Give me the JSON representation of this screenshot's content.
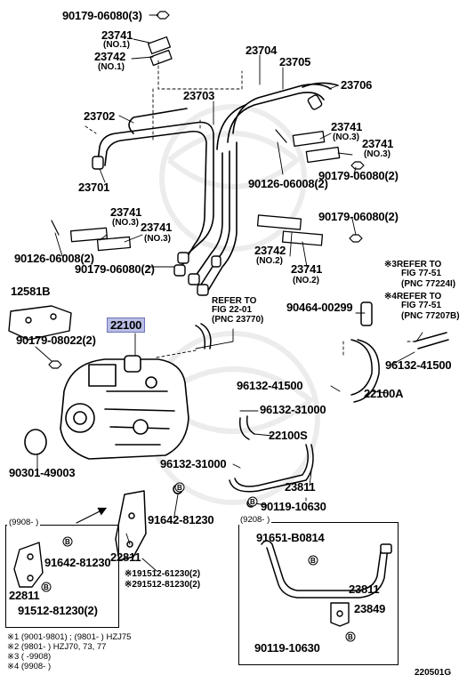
{
  "figure_id": "220501G",
  "callouts": {
    "p90179_06080_3": "90179-06080(3)",
    "p23741_no1": "23741",
    "no1_a": "(NO.1)",
    "p23742_no1": "23742",
    "no1_b": "(NO.1)",
    "p23704": "23704",
    "p23705": "23705",
    "p23706": "23706",
    "p23703": "23703",
    "p23702": "23702",
    "p23701": "23701",
    "p23741_no3_right": "23741",
    "no3_right_a": "(NO.3)",
    "p23741_no3_right_b": "23741",
    "no3_right_b": "(NO.3)",
    "p90126_06008_2_right": "90126-06008(2)",
    "p90179_06080_2_right": "90179-06080(2)",
    "p23741_no3_left": "23741",
    "no3_left_a": "(NO.3)",
    "p23741_no3_left_b": "23741",
    "no3_left_b": "(NO.3)",
    "p90126_06008_2_left": "90126-06008(2)",
    "p90179_06080_2_left": "90179-06080(2)",
    "p90179_06080_2_mid": "90179-06080(2)",
    "p23742_no2": "23742",
    "no2_a": "(NO.2)",
    "p23741_no2": "23741",
    "no2_b": "(NO.2)",
    "p12581b": "12581B",
    "p90179_08022_2": "90179-08022(2)",
    "p22100": "22100",
    "refer_fig2201": "REFER TO",
    "refer_fig2201_b": "FIG 22-01",
    "refer_fig2201_pnc": "(PNC 23770)",
    "p90464_00299": "90464-00299",
    "refer3_line1": "※3REFER TO",
    "refer3_line2": "FIG 77-51",
    "refer3_pnc": "(PNC 77224I)",
    "refer4_line1": "※4REFER TO",
    "refer4_line2": "FIG 77-51",
    "refer4_pnc": "(PNC 77207B)",
    "p96132_41500_right": "96132-41500",
    "p22100a": "22100A",
    "p96132_41500_mid": "96132-41500",
    "p96132_31000_mid": "96132-31000",
    "p22100s": "22100S",
    "p96132_31000_low": "96132-31000",
    "p23811_main": "23811",
    "p90119_10630_main": "90119-10630",
    "p90301_49003": "90301-49003",
    "p91642_81230_main": "91642-81230",
    "p22811_main": "22811",
    "p91512_61230_2": "※191512-61230(2)",
    "p91512_81230_2_main": "※291512-81230(2)"
  },
  "inset_left": {
    "header": "(9908-    )",
    "p91642_81230": "91642-81230",
    "p22811": "22811",
    "p91512_81230_2": "91512-81230(2)"
  },
  "inset_right": {
    "header": "(9208-    )",
    "p91651_b0814": "91651-B0814",
    "p23811": "23811",
    "p23849": "23849",
    "p90119_10630": "90119-10630"
  },
  "footnotes": [
    "※1 (9001-9801) ; (9801-    ) HZJ75",
    "※2 (9801-    ) HZJ70, 73, 77",
    "※3 (        -9908)",
    "※4 (9908-    )"
  ]
}
